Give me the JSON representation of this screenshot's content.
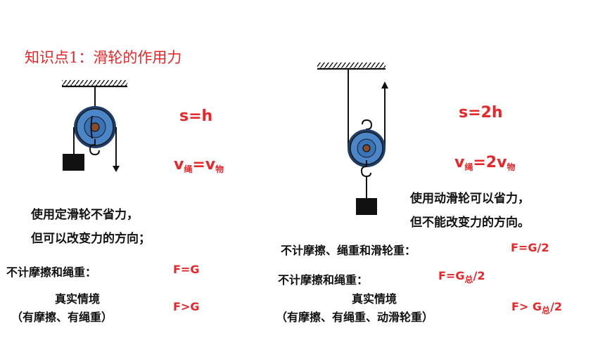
{
  "title": "知识点1：滑轮的作用力",
  "fixed": {
    "s_eq": "s=h",
    "v_main1": "v",
    "v_sub1": "绳",
    "v_eq": "=v",
    "v_sub2": "物",
    "desc_line1": "使用定滑轮不省力，",
    "desc_line2": "但可以改变力的方向；",
    "cond1": "不计摩擦和绳重：",
    "cond1_formula": "F=G",
    "real_title": "真实情境",
    "real_sub": "（有摩擦、有绳重）",
    "real_formula": "F>G"
  },
  "movable": {
    "s_eq": "s=2h",
    "v_main1": "v",
    "v_sub1": "绳",
    "v_eq": "=2v",
    "v_sub2": "物",
    "desc_line1": "使用动滑轮可以省力，",
    "desc_line2": "但不能改变力的方向。",
    "cond1": "不计摩擦、绳重和滑轮重：",
    "cond1_formula": "F=G/2",
    "cond2": "不计摩擦和绳重：",
    "cond2_formula_pre": "F=G",
    "cond2_formula_sub": "总",
    "cond2_formula_post": "/2",
    "real_title": "真实情境",
    "real_sub": "（有摩擦、有绳重、动滑轮重）",
    "real_formula_pre": "F> G",
    "real_formula_sub": "总",
    "real_formula_post": "/2"
  },
  "colors": {
    "accent_red": "#e8262a",
    "pulley_blue": "#4a86c8",
    "pulley_rim": "#1f3d6b",
    "axle_brown": "#8a4b2a"
  }
}
